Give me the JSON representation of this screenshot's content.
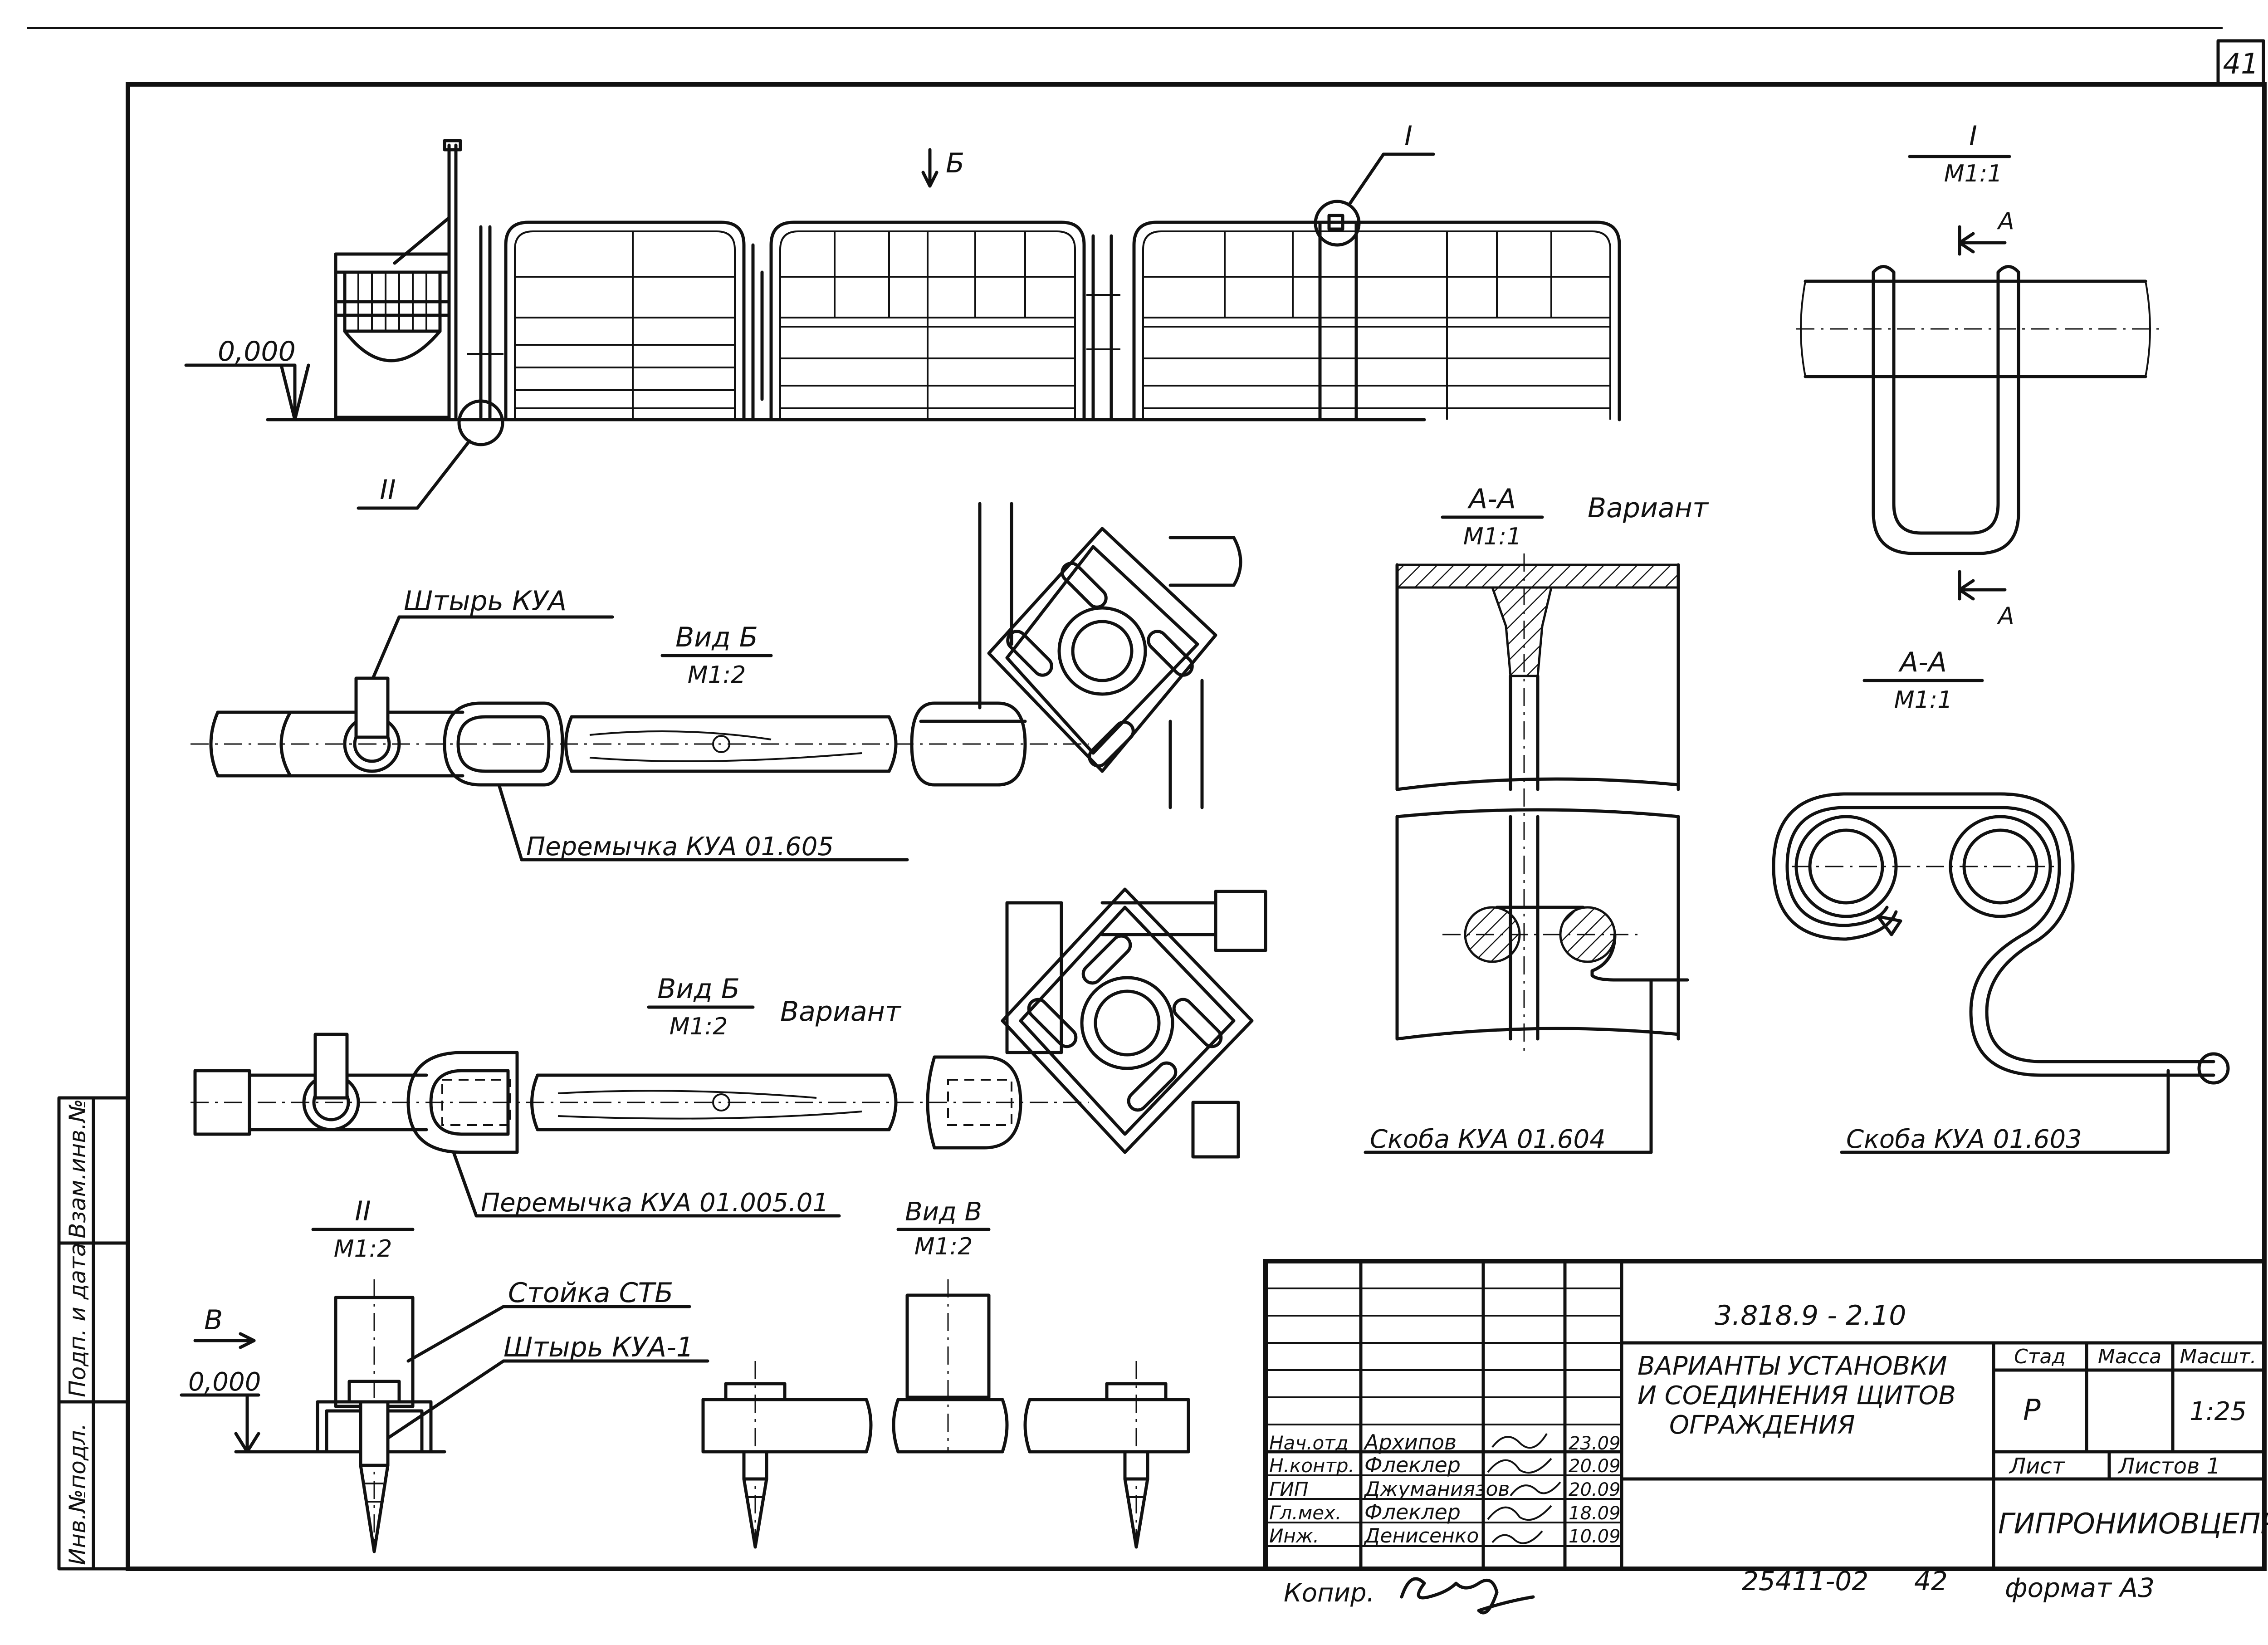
{
  "sheet": {
    "page_number": "41",
    "page_number_bottom": "42",
    "inventory_number": "25411-02",
    "format_label": "формат А3",
    "copied_label": "Копир.",
    "side_stamp": [
      "Инв.№подл.",
      "Подп. и дата",
      "Взам.инв.№"
    ]
  },
  "views": {
    "elevation": {
      "level_mark": "0,000",
      "view_arrow": "Б",
      "callout_1": "I",
      "callout_2": "II"
    },
    "detail_1": {
      "title": "I",
      "scale": "М1:1",
      "section_mark": "А"
    },
    "view_b": {
      "title": "Вид Б",
      "scale": "М1:2",
      "pin_label": "Штырь КУА",
      "jumper_label": "Перемычка КУА 01.605"
    },
    "view_b_variant": {
      "title": "Вид Б",
      "scale": "М1:2",
      "variant": "Вариант",
      "jumper_label": "Перемычка КУА 01.005.01"
    },
    "section_aa_variant": {
      "title": "А-А",
      "scale": "М1:1",
      "variant": "Вариант",
      "bracket_label": "Скоба КУА 01.604"
    },
    "section_aa": {
      "title": "А-А",
      "scale": "М1:1",
      "bracket_label": "Скоба КУА 01.603"
    },
    "detail_2": {
      "title": "II",
      "scale": "М1:2",
      "view_arrow": "В",
      "level_mark": "0,000",
      "post_label": "Стойка СТБ",
      "pin_label": "Штырь КУА-1"
    },
    "view_v": {
      "title": "Вид В",
      "scale": "М1:2"
    }
  },
  "title_block": {
    "doc_code": "3.818.9 - 2.10",
    "title_lines": [
      "ВАРИАНТЫ УСТАНОВКИ",
      "И СОЕДИНЕНИЯ ЩИТОВ",
      "ОГРАЖДЕНИЯ"
    ],
    "stage_header": "Стад",
    "mass_header": "Масса",
    "scale_header": "Масшт.",
    "stage_value": "Р",
    "scale_value": "1:25",
    "sheet_label": "Лист",
    "sheets_label": "Листов 1",
    "organization": "ГИПРОНИИОВЦЕПРОМ",
    "signatures": [
      {
        "role": "Нач.отд",
        "name": "Архипов",
        "date": "23.09"
      },
      {
        "role": "Н.контр.",
        "name": "Флеклер",
        "date": "20.09"
      },
      {
        "role": "ГИП",
        "name": "Джуманиязов",
        "date": "20.09"
      },
      {
        "role": "Гл.мех.",
        "name": "Флеклер",
        "date": "18.09"
      },
      {
        "role": "Инж.",
        "name": "Денисенко",
        "date": "10.09"
      }
    ]
  }
}
